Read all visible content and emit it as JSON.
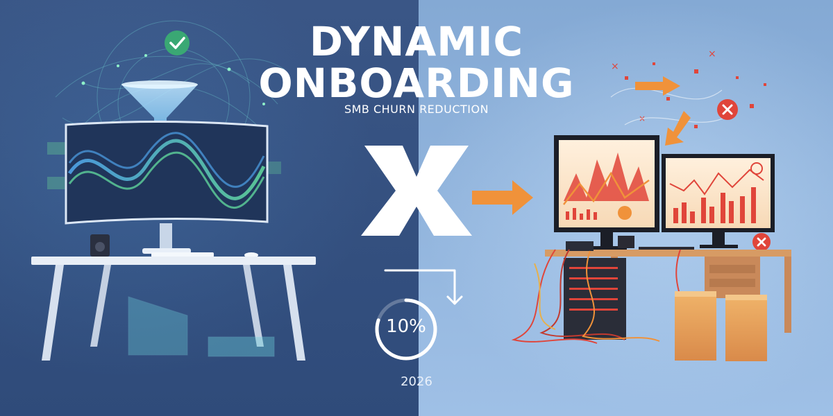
{
  "title": {
    "line1": "DYNAMIC",
    "line2": "ONBOARDING",
    "subtitle": "SMB CHURN REDUCTION"
  },
  "center": {
    "percent": "10%",
    "year": "2026",
    "progress_fraction": 0.8
  },
  "colors": {
    "left_bg": "#34507f",
    "right_bg": "#8fb5df",
    "accent_green": "#3aa874",
    "accent_orange": "#f0923a",
    "accent_red": "#e0453a",
    "wave_blue": "#4fa3e8",
    "wave_green": "#5fd39b"
  },
  "icons": {
    "check": "check-badge-icon",
    "funnel": "funnel-icon",
    "close_a": "x-badge-icon",
    "close_b": "x-badge-icon",
    "arrow": "arrow-right-icon",
    "cycle_arrow": "down-arrow-icon"
  }
}
